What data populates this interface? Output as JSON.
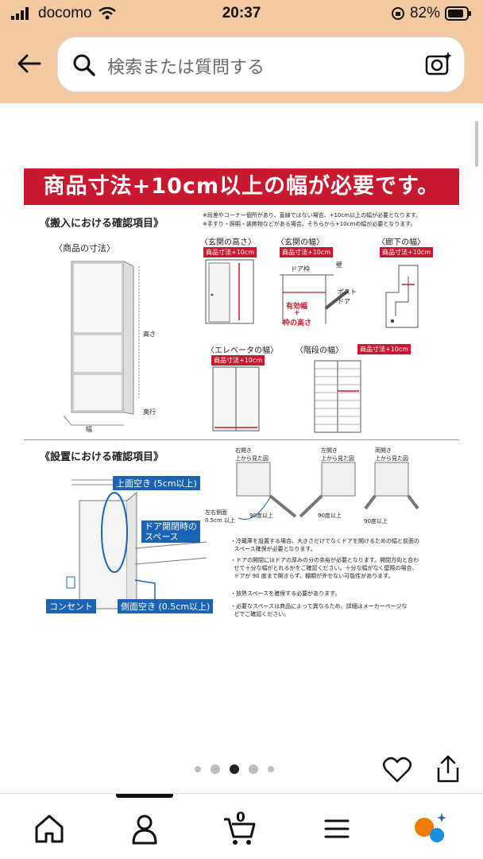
{
  "status": {
    "carrier": "docomo",
    "time": "20:37",
    "battery": "82%"
  },
  "search": {
    "placeholder": "検索または質問する"
  },
  "product_image": {
    "banner": "商品寸法+10cm以上の幅が必要です。",
    "section1_title": "《搬入における確認項目》",
    "section1_notes": [
      "※段差やコーナー個所があり、直線ではない場合、+10cm以上の幅が必要となります。",
      "※手すり・照明・装飾物などがある場合、そちらから+10cmの幅が必要となります。"
    ],
    "product_size_label": "〈商品の寸法〉",
    "dim_height": "高さ",
    "dim_width": "幅",
    "dim_depth": "奥行",
    "genkan_height": "〈玄関の高さ〉",
    "genkan_width": "〈玄関の幅〉",
    "rouka_width": "〈廊下の幅〉",
    "elevator_width": "〈エレベータの幅〉",
    "stairs_width": "〈階段の幅〉",
    "tag": "商品寸法+10cm",
    "door_frame": "ドア枠",
    "wall": "壁",
    "post": "ポスト",
    "door": "ドア",
    "effective_width": "有効幅",
    "plus": "+",
    "frame_height": "枠の高さ",
    "section2_title": "《設置における確認項目》",
    "top_space": "上面空き (5cm以上)",
    "door_open_space": "ドア開閉時の\nスペース",
    "outlet": "コンセント",
    "side_space": "側面空き (0.5cm以上)",
    "right_open": "右開き\n上から見た図",
    "left_open": "左開き\n上から見た図",
    "double_open": "両開き\n上から見た図",
    "side_gap": "左右側面\n0.5cm 以上",
    "deg90": "90度以上",
    "notes": [
      "・冷蔵庫を設置する場合、大きさだけでなくドアを開けるための幅と前面の\n  スペース確保が必要となります。",
      "・ドアの開閉にはドアの厚みの分の余裕が必要となります。開閉方向と合わ\n  せて十分な幅がとれるかをご確認ください。十分な幅がなく壁際の場合、\n  ドアが 90 度まで開きらず、棚類が外せない可能性があります。",
      "・放熱スペースを確保する必要があります。",
      "・必要なスペースは商品によって異なるため、詳細はメーカーページな\n  どでご確認ください。"
    ]
  },
  "pager": {
    "count": 5,
    "active": 2
  },
  "tabbar": {
    "cart_count": "0"
  }
}
